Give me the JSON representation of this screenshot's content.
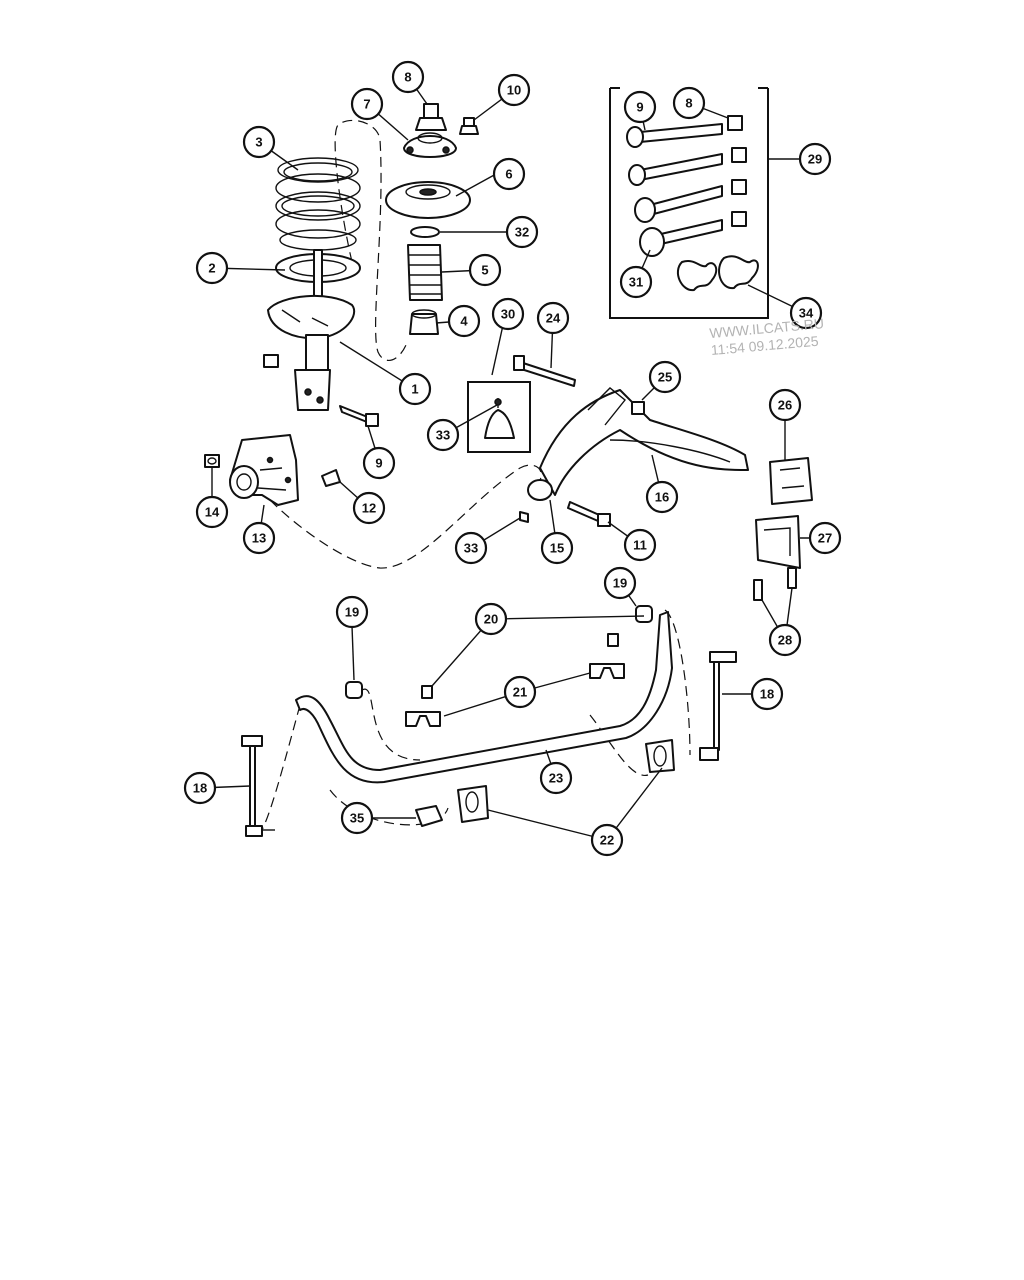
{
  "diagram": {
    "watermark": {
      "site": "WWW.ILCATS.RU",
      "timestamp": "11:54 09.12.2025"
    },
    "callouts": [
      "1",
      "2",
      "3",
      "4",
      "5",
      "6",
      "7",
      "8",
      "9",
      "10",
      "11",
      "12",
      "13",
      "14",
      "15",
      "16",
      "18",
      "19",
      "20",
      "21",
      "22",
      "23",
      "24",
      "25",
      "26",
      "27",
      "28",
      "29",
      "30",
      "31",
      "32",
      "33",
      "34",
      "35"
    ]
  }
}
